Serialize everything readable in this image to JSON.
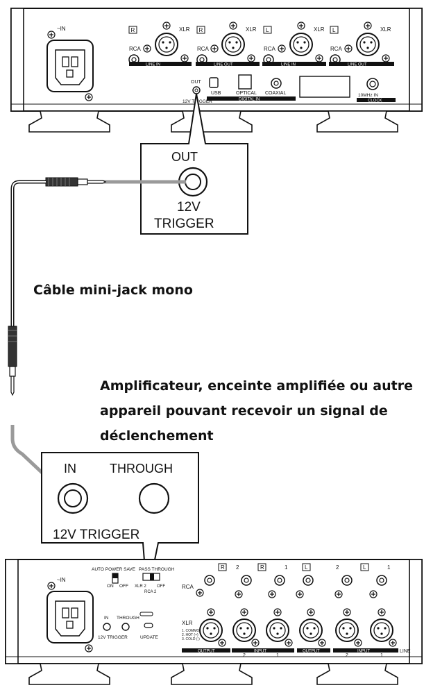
{
  "top_device": {
    "ac_inlet_label": "~IN",
    "rca_label": "RCA",
    "xlr_label": "XLR",
    "channel_r": "R",
    "channel_l": "L",
    "line_in": "LINE IN",
    "line_out": "LINE OUT",
    "trigger_out_small": "OUT",
    "trigger_small": "12V TRIGGER",
    "usb": "USB",
    "optical": "OPTICAL",
    "coaxial": "COAXIAL",
    "digital_in": "DIGITAL IN",
    "clock_in": "10MHz IN",
    "clock": "CLOCK"
  },
  "top_callout": {
    "out": "OUT",
    "line1": "12V",
    "line2": "TRIGGER"
  },
  "cable_label": "Câble mini-jack mono",
  "device_caption": {
    "line1": "Amplificateur, enceinte amplifiée ou autre",
    "line2": "appareil pouvant recevoir un signal de",
    "line3": "déclenchement"
  },
  "bottom_callout": {
    "in": "IN",
    "through": "THROUGH",
    "trigger": "12V TRIGGER"
  },
  "bottom_device": {
    "ac_inlet_label": "~IN",
    "auto_power_save": "AUTO POWER SAVE",
    "on": "ON",
    "off": "OFF",
    "pass_through": "PASS THROUGH",
    "xlr2": "XLR 2",
    "rca2": "RCA 2",
    "off2": "OFF",
    "trig_in": "IN",
    "trig_through": "THROUGH",
    "trigger": "12V TRIGGER",
    "update": "UPDATE",
    "rca_label": "RCA",
    "xlr_label": "XLR",
    "pin1": "1. COMMON",
    "pin2": "2. HOT (+)",
    "pin3": "3. COLD (-)",
    "channel_r": "R",
    "channel_l": "L",
    "num1": "1",
    "num2": "2",
    "output": "OUTPUT",
    "input": "INPUT",
    "line": "LINE"
  }
}
